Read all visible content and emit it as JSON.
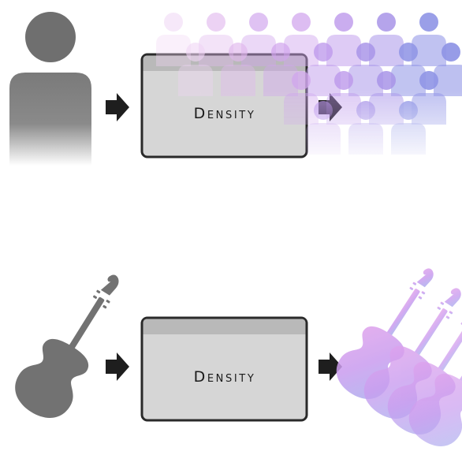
{
  "rows": [
    {
      "input": "person",
      "box_label": "Density",
      "output": "crowd"
    },
    {
      "input": "violin",
      "box_label": "Density",
      "output": "violin-section"
    }
  ],
  "colors": {
    "input_gray": "#7a7a7a",
    "box_fill": "#d6d6d6",
    "box_header": "#b9b9b9",
    "box_border": "#2a2a2a",
    "arrow": "#1e1e1e",
    "gradient_pink": "#e6a6ee",
    "gradient_purple": "#c38cec",
    "gradient_blue": "#97a6ea"
  },
  "icons": {
    "input_top": "person-icon",
    "output_top": "crowd-icon",
    "input_bottom": "violin-icon",
    "output_bottom": "violin-section-icon"
  }
}
